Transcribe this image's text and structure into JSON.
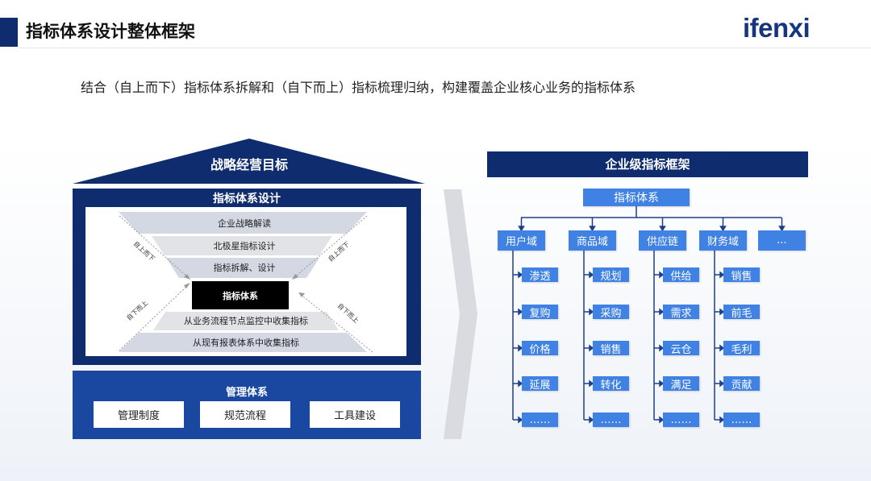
{
  "header": {
    "title": "指标体系设计整体框架",
    "logo": "ifenxi"
  },
  "subtitle": "结合（自上而下）指标体系拆解和（自下而上）指标梳理归纳，构建覆盖企业核心业务的指标体系",
  "left": {
    "roof": "战略经营目标",
    "design_title": "指标体系设计",
    "bands": [
      "企业战略解读",
      "北极星指标设计",
      "指标拆解、设计",
      "从业务流程节点监控中收集指标",
      "从现有报表体系中收集指标"
    ],
    "core": "指标体系",
    "top_down": "自上而下",
    "bottom_up": "自下而上",
    "mgmt_title": "管理体系",
    "mgmt_items": [
      "管理制度",
      "规范流程",
      "工具建设"
    ]
  },
  "right": {
    "title": "企业级指标框架",
    "root": "指标体系",
    "domains": [
      {
        "name": "用户域",
        "items": [
          "渗透",
          "复购",
          "价格",
          "延展",
          "……"
        ]
      },
      {
        "name": "商品域",
        "items": [
          "规划",
          "采购",
          "销售",
          "转化",
          "……"
        ]
      },
      {
        "name": "供应链",
        "items": [
          "供给",
          "需求",
          "云仓",
          "满足",
          "……"
        ]
      },
      {
        "name": "财务域",
        "items": [
          "销售",
          "前毛",
          "毛利",
          "贡献",
          "……"
        ]
      },
      {
        "name": "...",
        "items": []
      }
    ]
  },
  "colors": {
    "navy": "#0f2d6e",
    "blue": "#1a48a0",
    "box": "#3f82e3"
  }
}
